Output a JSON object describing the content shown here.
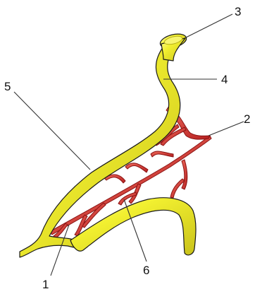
{
  "colors": {
    "vessel_yellow": "#f2f030",
    "vessel_yellow_dark": "#c9c21a",
    "vessel_yellow_light": "#fbfb9a",
    "outline": "#1a1a1a",
    "artery_red": "#d9332e",
    "artery_red_dark": "#8a1313"
  },
  "labels": {
    "l1": "1",
    "l2": "2",
    "l3": "3",
    "l4": "4",
    "l5": "5",
    "l6": "6"
  }
}
